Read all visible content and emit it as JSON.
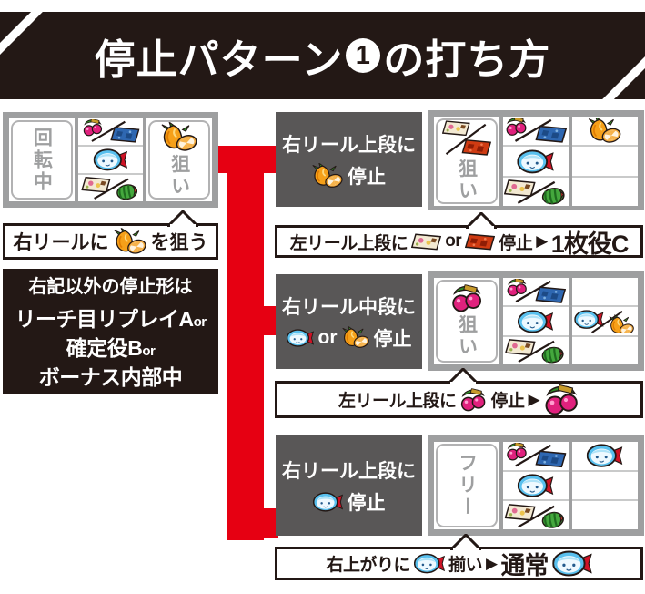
{
  "header": {
    "title_pre": "停止パターン",
    "title_num": "1",
    "title_post": "の打ち方"
  },
  "left_panel": {
    "bubble": {
      "t1": "右リールに",
      "t2": "を狙う"
    },
    "info": {
      "line1": "右記以外の停止形は",
      "line2_main": "リーチ目リプレイA",
      "line2_or": "or",
      "line3_main": "確定役B",
      "line3_or": "or",
      "line4": "ボーナス内部中"
    }
  },
  "steps": [
    {
      "box_line1": "右リール上段に",
      "box_stop": "停止",
      "result": {
        "t1": "左リール上段に",
        "or": "or",
        "t2": "停止",
        "arrow": "▶",
        "strong": "1枚役C"
      }
    },
    {
      "box_line1": "右リール中段に",
      "box_or": "or",
      "box_stop": "停止",
      "result": {
        "t1": "左リール上段に",
        "t2": "停止",
        "arrow": "▶"
      }
    },
    {
      "box_line1": "右リール上段に",
      "box_stop": "停止",
      "result": {
        "t1": "右上がりに",
        "t2": "揃い",
        "arrow": "▶",
        "strong": "通常"
      }
    }
  ],
  "reels": {
    "left": {
      "cols": [
        {
          "label": "回転中"
        },
        {
          "cells": [
            "ic-cherry_replay",
            "ic-chara",
            "ic-bar_melon"
          ]
        },
        {
          "label": "狙い",
          "icon": "b-orange",
          "vb": "0 0 44 36",
          "iw": 40,
          "ih": 33
        }
      ]
    },
    "r1": {
      "cols": [
        {
          "label": "狙い",
          "icon": "ic-bar_white_red",
          "vb": "0 0 60 44",
          "iw": 54,
          "ih": 40
        },
        {
          "cells": [
            "ic-cherry_replay",
            "ic-chara",
            "ic-bar_melon"
          ]
        },
        {
          "cells": [
            "ic-orange_cell",
            null,
            null
          ]
        }
      ]
    },
    "r2": {
      "cols": [
        {
          "label": "狙い",
          "icon": "b-cherry",
          "vb": "0 0 40 34",
          "iw": 36,
          "ih": 31
        },
        {
          "cells": [
            "ic-cherry_replay",
            "ic-chara",
            "ic-bar_melon"
          ]
        },
        {
          "cells": [
            null,
            "ic-chara_orange",
            null
          ]
        }
      ]
    },
    "r3": {
      "cols": [
        {
          "label": "フリー"
        },
        {
          "cells": [
            "ic-cherry_replay",
            "ic-chara",
            "ic-bar_melon"
          ]
        },
        {
          "cells": [
            "ic-chara_cell",
            null,
            null
          ]
        }
      ]
    }
  },
  "icon_names": {
    "b-orange": "flame-orange-symbol-icon",
    "b-cherry": "cherry-symbol-icon",
    "b-chara": "blue-character-symbol-icon",
    "b-bar_blue": "blue-replay-bar-icon",
    "b-bar_red": "red-bar-icon",
    "b-bar_white": "white-bar-icon",
    "b-melon": "watermelon-icon",
    "ic-cherry_replay": "cherry-or-replay-bar-icons",
    "ic-chara": "blue-character-symbol-icon",
    "ic-chara_cell": "blue-character-symbol-icon",
    "ic-bar_melon": "whitebar-or-watermelon-icons",
    "ic-orange_cell": "flame-orange-symbol-icon",
    "ic-chara_orange": "character-or-orange-icons",
    "ic-bar_white_red": "whitebar-or-redbar-icons"
  },
  "colors": {
    "red": "#e60012",
    "black": "#231815",
    "gray_box": "#595757",
    "frame_gray": "#9e9fa0"
  }
}
